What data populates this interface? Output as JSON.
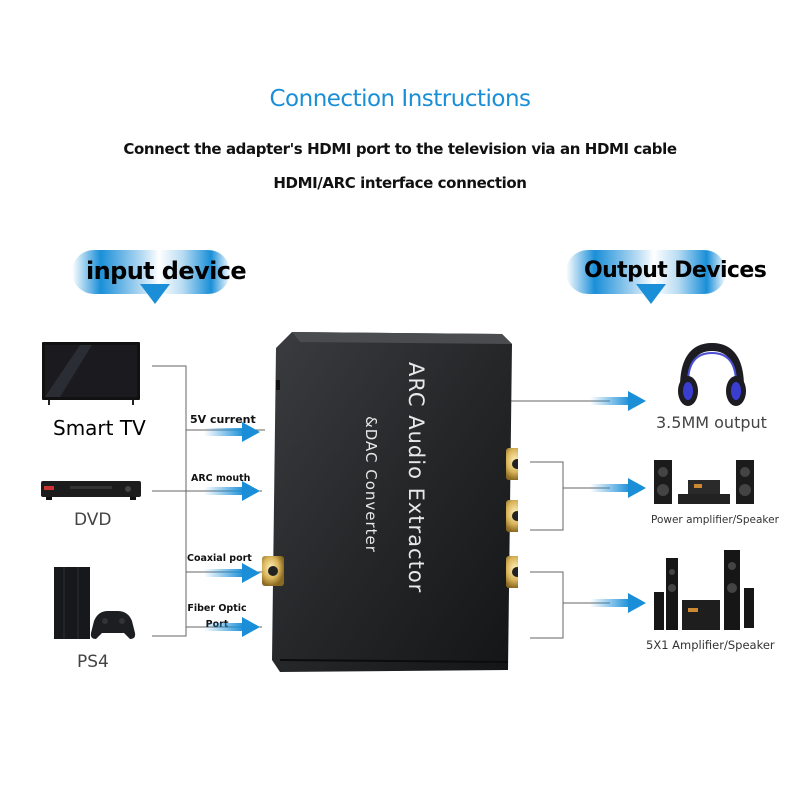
{
  "header": {
    "title": "Connection Instructions",
    "line1": "Connect the adapter's HDMI port to the television via an HDMI cable",
    "line2": "HDMI/ARC interface connection"
  },
  "input_section": {
    "title": "input device",
    "devices": [
      "Smart TV",
      "DVD",
      "PS4"
    ],
    "ports": [
      "5V current",
      "ARC mouth",
      "Coaxial port",
      "Fiber Optic Port"
    ]
  },
  "output_section": {
    "title": "Output Devices",
    "devices": [
      "3.5MM output",
      "Power amplifier/Speaker",
      "5X1 Amplifier/Speaker"
    ]
  },
  "product": {
    "label_line1": "ARC Audio Extractor",
    "label_line2": "&DAC Converter"
  },
  "colors": {
    "accent": "#1a8fd8",
    "device_body": "#2a2c2e",
    "gold": "#d9b45a"
  }
}
